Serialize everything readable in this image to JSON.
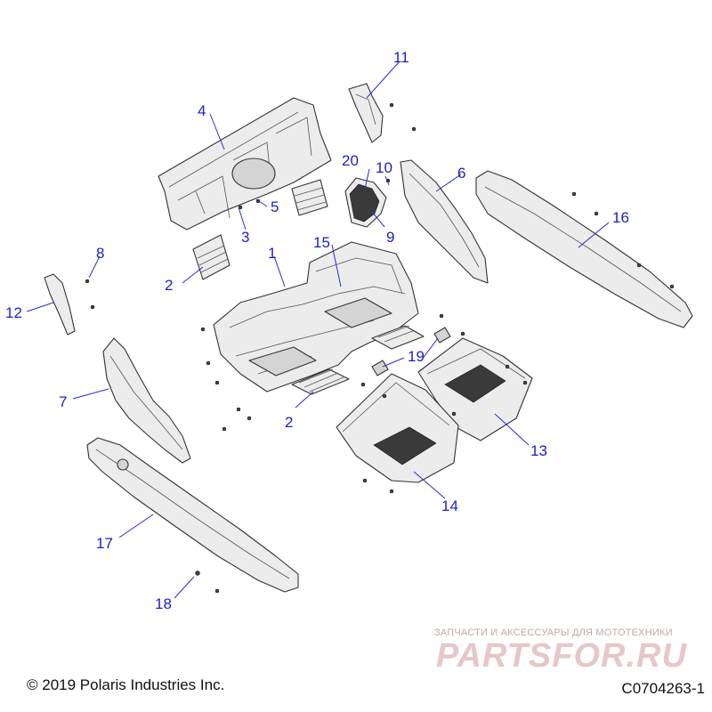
{
  "copyright": "© 2019 Polaris Industries Inc.",
  "figure_id": "C0704263-1",
  "watermark": {
    "tagline": "ЗАПЧАСТИ И АКСЕССУАРЫ ДЛЯ МОТОТЕХНИКИ",
    "logo": "PARTSFOR.RU"
  },
  "callouts": {
    "c1": "1",
    "c2a": "2",
    "c2b": "2",
    "c3": "3",
    "c4": "4",
    "c5": "5",
    "c6": "6",
    "c7": "7",
    "c8": "8",
    "c9": "9",
    "c10": "10",
    "c11": "11",
    "c12": "12",
    "c13": "13",
    "c14": "14",
    "c15": "15",
    "c16": "16",
    "c17": "17",
    "c18": "18",
    "c19": "19",
    "c20": "20"
  }
}
